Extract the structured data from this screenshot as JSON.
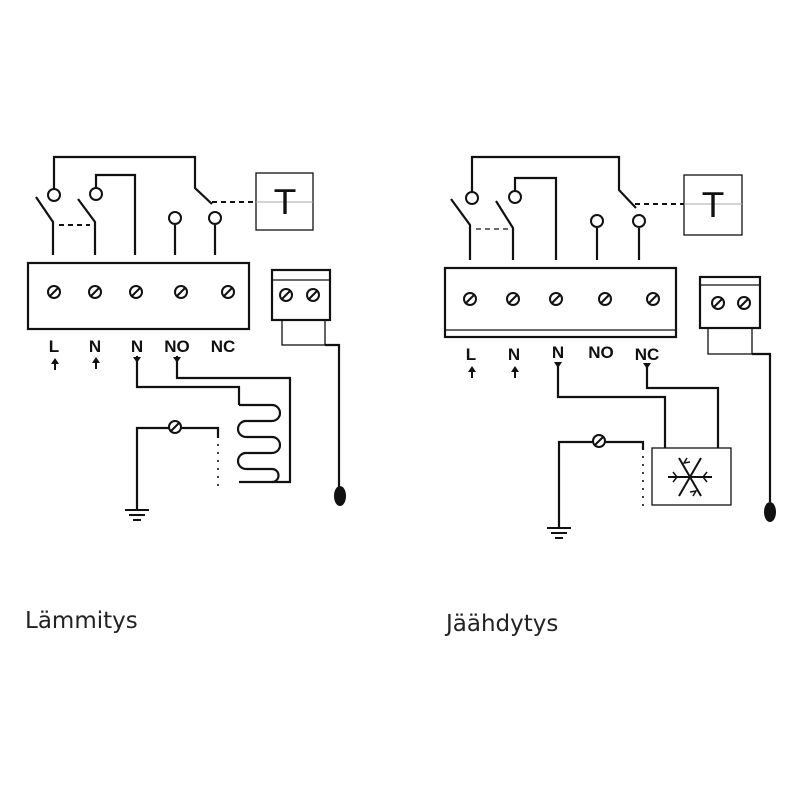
{
  "diagrams": [
    {
      "caption": "Lämmitys",
      "thermostat_label": "T",
      "terminals": [
        "L",
        "N",
        "N",
        "NO",
        "NC"
      ],
      "load": "heating-coil"
    },
    {
      "caption": "Jäähdytys",
      "thermostat_label": "T",
      "terminals": [
        "L",
        "N",
        "N",
        "NO",
        "NC"
      ],
      "load": "cooling-unit"
    }
  ]
}
